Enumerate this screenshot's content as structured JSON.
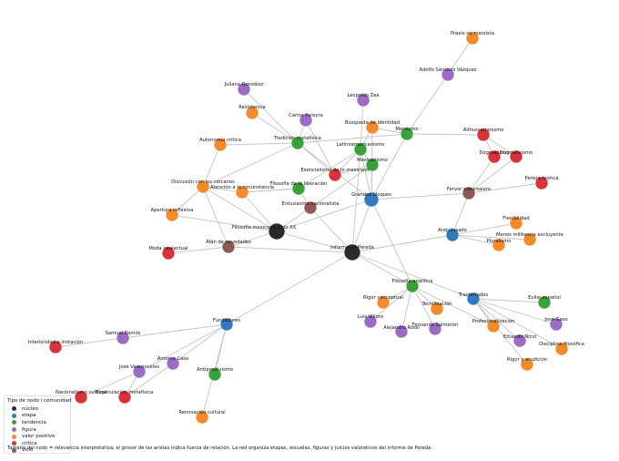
{
  "colors": {
    "nucleo": "#2b2b2b",
    "etapa": "#2f7bbf",
    "tendencia": "#3aa03a",
    "figura": "#9b6bc6",
    "valor_positivo": "#f48a2a",
    "critica": "#d8323a",
    "vicio": "#8c5a50"
  },
  "legend": {
    "title": "Tipo de nodo / comunidad",
    "items": [
      {
        "key": "nucleo",
        "label": "núcleo"
      },
      {
        "key": "etapa",
        "label": "etapa"
      },
      {
        "key": "tendencia",
        "label": "tendencia"
      },
      {
        "key": "figura",
        "label": "figura"
      },
      {
        "key": "valor_positivo",
        "label": "valor positivo"
      },
      {
        "key": "critica",
        "label": "crítica"
      },
      {
        "key": "vicio",
        "label": "vicio"
      }
    ]
  },
  "caption": "Tamaño del nodo = relevancia interpretativa; el grosor de las aristas indica fuerza de relación. La red organiza etapas, escuelas, figuras y juicios valorativos del informe de Pereda.",
  "nodes": [
    {
      "id": "informe",
      "label": "Informe de Pereda",
      "type": "nucleo"
    },
    {
      "id": "fil_xx",
      "label": "Filosofía mexicana siglo XX",
      "type": "nucleo"
    },
    {
      "id": "grandes",
      "label": "Grandes bloques",
      "type": "etapa"
    },
    {
      "id": "anquilosado",
      "label": "Anquilosado",
      "type": "etapa"
    },
    {
      "id": "trasterrados",
      "label": "Trasterrados",
      "type": "etapa"
    },
    {
      "id": "fundadores",
      "label": "Fundadores",
      "type": "etapa"
    },
    {
      "id": "praxis",
      "label": "Praxis no marxista",
      "type": "valor_positivo"
    },
    {
      "id": "adolfo",
      "label": "Adolfo Sánchez Vázquez",
      "type": "figura"
    },
    {
      "id": "juliana",
      "label": "Juliana González",
      "type": "figura"
    },
    {
      "id": "leopoldo",
      "label": "Leopoldo Zea",
      "type": "figura"
    },
    {
      "id": "resistencia",
      "label": "Resistencia",
      "type": "valor_positivo"
    },
    {
      "id": "carlos",
      "label": "Carlos Pereyra",
      "type": "figura"
    },
    {
      "id": "busqueda",
      "label": "Búsqueda de identidad",
      "type": "valor_positivo"
    },
    {
      "id": "marxismo",
      "label": "Marxismo",
      "type": "tendencia"
    },
    {
      "id": "althusser",
      "label": "Althusserianismo",
      "type": "critica"
    },
    {
      "id": "tradicion",
      "label": "Tradición metafísica",
      "type": "tendencia"
    },
    {
      "id": "autonomia",
      "label": "Autonomía crítica",
      "type": "valor_positivo"
    },
    {
      "id": "latino",
      "label": "Latinoamericanismo",
      "type": "tendencia"
    },
    {
      "id": "dogmatismo",
      "label": "Dogmatismo",
      "type": "critica"
    },
    {
      "id": "dogmarx",
      "label": "Dogmarxismo",
      "type": "critica"
    },
    {
      "id": "mexicanismo",
      "label": "Mexicanismo",
      "type": "tendencia"
    },
    {
      "id": "esencialismo",
      "label": "Esencialismo de lo mexicano",
      "type": "critica"
    },
    {
      "id": "discusion",
      "label": "Discusión con los cercanos",
      "type": "valor_positivo"
    },
    {
      "id": "atencion",
      "label": "Atención a la circunstancia",
      "type": "valor_positivo"
    },
    {
      "id": "liberacion",
      "label": "Filosofía de la liberación",
      "type": "tendencia"
    },
    {
      "id": "fervor",
      "label": "Fervor sucursalero",
      "type": "vicio"
    },
    {
      "id": "pereza",
      "label": "Pereza teórica",
      "type": "critica"
    },
    {
      "id": "entusiasmo",
      "label": "Entusiasmo nacionalista",
      "type": "vicio"
    },
    {
      "id": "apertura",
      "label": "Apertura reflexiva",
      "type": "valor_positivo"
    },
    {
      "id": "flexibilidad",
      "label": "Flexibilidad",
      "type": "valor_positivo"
    },
    {
      "id": "menos",
      "label": "Menos militancia excluyente",
      "type": "valor_positivo"
    },
    {
      "id": "pluralismo",
      "label": "Pluralismo",
      "type": "valor_positivo"
    },
    {
      "id": "moda",
      "label": "Moda intelectual",
      "type": "critica"
    },
    {
      "id": "afan",
      "label": "Afán de novedades",
      "type": "vicio"
    },
    {
      "id": "analitica",
      "label": "Filosofía analítica",
      "type": "tendencia"
    },
    {
      "id": "rigor",
      "label": "Rigor conceptual",
      "type": "valor_positivo"
    },
    {
      "id": "exilio",
      "label": "Exilio español",
      "type": "tendencia"
    },
    {
      "id": "tecnificacion",
      "label": "Tecnificación",
      "type": "valor_positivo"
    },
    {
      "id": "luis",
      "label": "Luis Villoro",
      "type": "figura"
    },
    {
      "id": "alejandro",
      "label": "Alejandro Rossi",
      "type": "figura"
    },
    {
      "id": "fernando",
      "label": "Fernando Salmerón",
      "type": "figura"
    },
    {
      "id": "profes",
      "label": "Profesionalización",
      "type": "valor_positivo"
    },
    {
      "id": "gaos",
      "label": "José Gaos",
      "type": "figura"
    },
    {
      "id": "nicol",
      "label": "Eduardo Nicol",
      "type": "figura"
    },
    {
      "id": "disciplina",
      "label": "Disciplina filosófica",
      "type": "valor_positivo"
    },
    {
      "id": "erudicion",
      "label": "Rigor y erudición",
      "type": "valor_positivo"
    },
    {
      "id": "samuel",
      "label": "Samuel Ramos",
      "type": "figura"
    },
    {
      "id": "inferioridad",
      "label": "Inferioridad e imitación",
      "type": "critica"
    },
    {
      "id": "antonio",
      "label": "Antonio Caso",
      "type": "figura"
    },
    {
      "id": "vasconcelos",
      "label": "José Vasconcelos",
      "type": "figura"
    },
    {
      "id": "antipos",
      "label": "Antipositivismo",
      "type": "tendencia"
    },
    {
      "id": "nacionalismo",
      "label": "Nacionalismo cultural",
      "type": "critica"
    },
    {
      "id": "especulacion",
      "label": "Especulación metafísica",
      "type": "critica"
    },
    {
      "id": "renovacion",
      "label": "Renovación cultural",
      "type": "valor_positivo"
    }
  ],
  "edges": [
    [
      "informe",
      "fil_xx"
    ],
    [
      "informe",
      "grandes"
    ],
    [
      "informe",
      "anquilosado"
    ],
    [
      "informe",
      "trasterrados"
    ],
    [
      "informe",
      "fundadores"
    ],
    [
      "informe",
      "analitica"
    ],
    [
      "informe",
      "entusiasmo"
    ],
    [
      "informe",
      "afan"
    ],
    [
      "informe",
      "latino"
    ],
    [
      "fil_xx",
      "grandes"
    ],
    [
      "fil_xx",
      "entusiasmo"
    ],
    [
      "fil_xx",
      "afan"
    ],
    [
      "fil_xx",
      "discusion"
    ],
    [
      "fil_xx",
      "atencion"
    ],
    [
      "fil_xx",
      "apertura"
    ],
    [
      "grandes",
      "marxismo"
    ],
    [
      "grandes",
      "latino"
    ],
    [
      "grandes",
      "analitica"
    ],
    [
      "grandes",
      "tradicion"
    ],
    [
      "grandes",
      "fervor"
    ],
    [
      "grandes",
      "busqueda"
    ],
    [
      "grandes",
      "mexicanismo"
    ],
    [
      "marxismo",
      "adolfo"
    ],
    [
      "marxismo",
      "althusser"
    ],
    [
      "marxismo",
      "busqueda"
    ],
    [
      "marxismo",
      "tradicion"
    ],
    [
      "adolfo",
      "praxis"
    ],
    [
      "althusser",
      "dogmatismo"
    ],
    [
      "althusser",
      "dogmarx"
    ],
    [
      "dogmatismo",
      "fervor"
    ],
    [
      "dogmarx",
      "fervor"
    ],
    [
      "fervor",
      "pereza"
    ],
    [
      "tradicion",
      "juliana"
    ],
    [
      "tradicion",
      "resistencia"
    ],
    [
      "tradicion",
      "carlos"
    ],
    [
      "tradicion",
      "autonomia"
    ],
    [
      "tradicion",
      "esencialismo"
    ],
    [
      "latino",
      "leopoldo"
    ],
    [
      "latino",
      "busqueda"
    ],
    [
      "latino",
      "mexicanismo"
    ],
    [
      "latino",
      "liberacion"
    ],
    [
      "latino",
      "esencialismo"
    ],
    [
      "mexicanismo",
      "esencialismo"
    ],
    [
      "mexicanismo",
      "entusiasmo"
    ],
    [
      "esencialismo",
      "carlos"
    ],
    [
      "liberacion",
      "entusiasmo"
    ],
    [
      "liberacion",
      "atencion"
    ],
    [
      "discusion",
      "atencion"
    ],
    [
      "discusion",
      "apertura"
    ],
    [
      "discusion",
      "autonomia"
    ],
    [
      "discusion",
      "tradicion"
    ],
    [
      "atencion",
      "liberacion"
    ],
    [
      "anquilosado",
      "flexibilidad"
    ],
    [
      "anquilosado",
      "menos"
    ],
    [
      "anquilosado",
      "pluralismo"
    ],
    [
      "anquilosado",
      "fervor"
    ],
    [
      "moda",
      "afan"
    ],
    [
      "afan",
      "discusion"
    ],
    [
      "analitica",
      "rigor"
    ],
    [
      "analitica",
      "tecnificacion"
    ],
    [
      "analitica",
      "luis"
    ],
    [
      "analitica",
      "alejandro"
    ],
    [
      "analitica",
      "fernando"
    ],
    [
      "analitica",
      "profes"
    ],
    [
      "trasterrados",
      "exilio"
    ],
    [
      "trasterrados",
      "gaos"
    ],
    [
      "trasterrados",
      "nicol"
    ],
    [
      "trasterrados",
      "profes"
    ],
    [
      "trasterrados",
      "disciplina"
    ],
    [
      "trasterrados",
      "erudicion"
    ],
    [
      "fundadores",
      "samuel"
    ],
    [
      "fundadores",
      "antonio"
    ],
    [
      "fundadores",
      "vasconcelos"
    ],
    [
      "fundadores",
      "antipos"
    ],
    [
      "fundadores",
      "renovacion"
    ],
    [
      "samuel",
      "inferioridad"
    ],
    [
      "vasconcelos",
      "nacionalismo"
    ],
    [
      "vasconcelos",
      "especulacion"
    ],
    [
      "antonio",
      "especulacion"
    ]
  ]
}
